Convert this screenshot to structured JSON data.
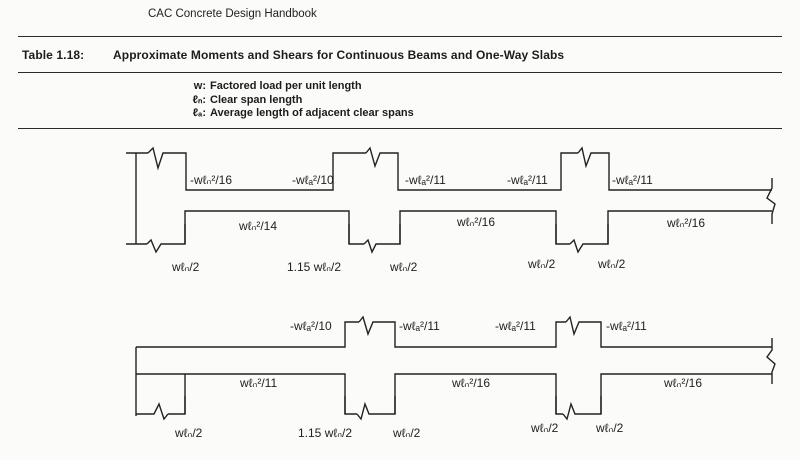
{
  "header": {
    "running_title": "CAC Concrete Design Handbook"
  },
  "table": {
    "number": "Table 1.18:",
    "title": "Approximate Moments and Shears for Continuous Beams and One-Way Slabs"
  },
  "definitions": [
    {
      "symbol": "w:",
      "text": "Factored load per unit length"
    },
    {
      "symbol": "ℓₙ:",
      "text": "Clear span length"
    },
    {
      "symbol": "ℓₐ:",
      "text": "Average length of adjacent clear spans"
    }
  ],
  "diagram1": {
    "negative_moments": [
      "-wℓₙ²/16",
      "-wℓₐ²/10",
      "-wℓₐ²/11",
      "-wℓₐ²/11",
      "-wℓₐ²/11"
    ],
    "positive_moments": [
      "wℓₙ²/14",
      "wℓₙ²/16",
      "wℓₙ²/16"
    ],
    "shears": [
      "wℓₙ/2",
      "1.15 wℓₙ/2",
      "wℓₙ/2",
      "wℓₙ/2",
      "wℓₙ/2"
    ]
  },
  "diagram2": {
    "negative_moments": [
      "-wℓₐ²/10",
      "-wℓₐ²/11",
      "-wℓₐ²/11",
      "-wℓₐ²/11"
    ],
    "positive_moments": [
      "wℓₙ²/11",
      "wℓₙ²/16",
      "wℓₙ²/16"
    ],
    "shears": [
      "wℓₙ/2",
      "1.15 wℓₙ/2",
      "wℓₙ/2",
      "wℓₙ/2",
      "wℓₙ/2"
    ]
  }
}
